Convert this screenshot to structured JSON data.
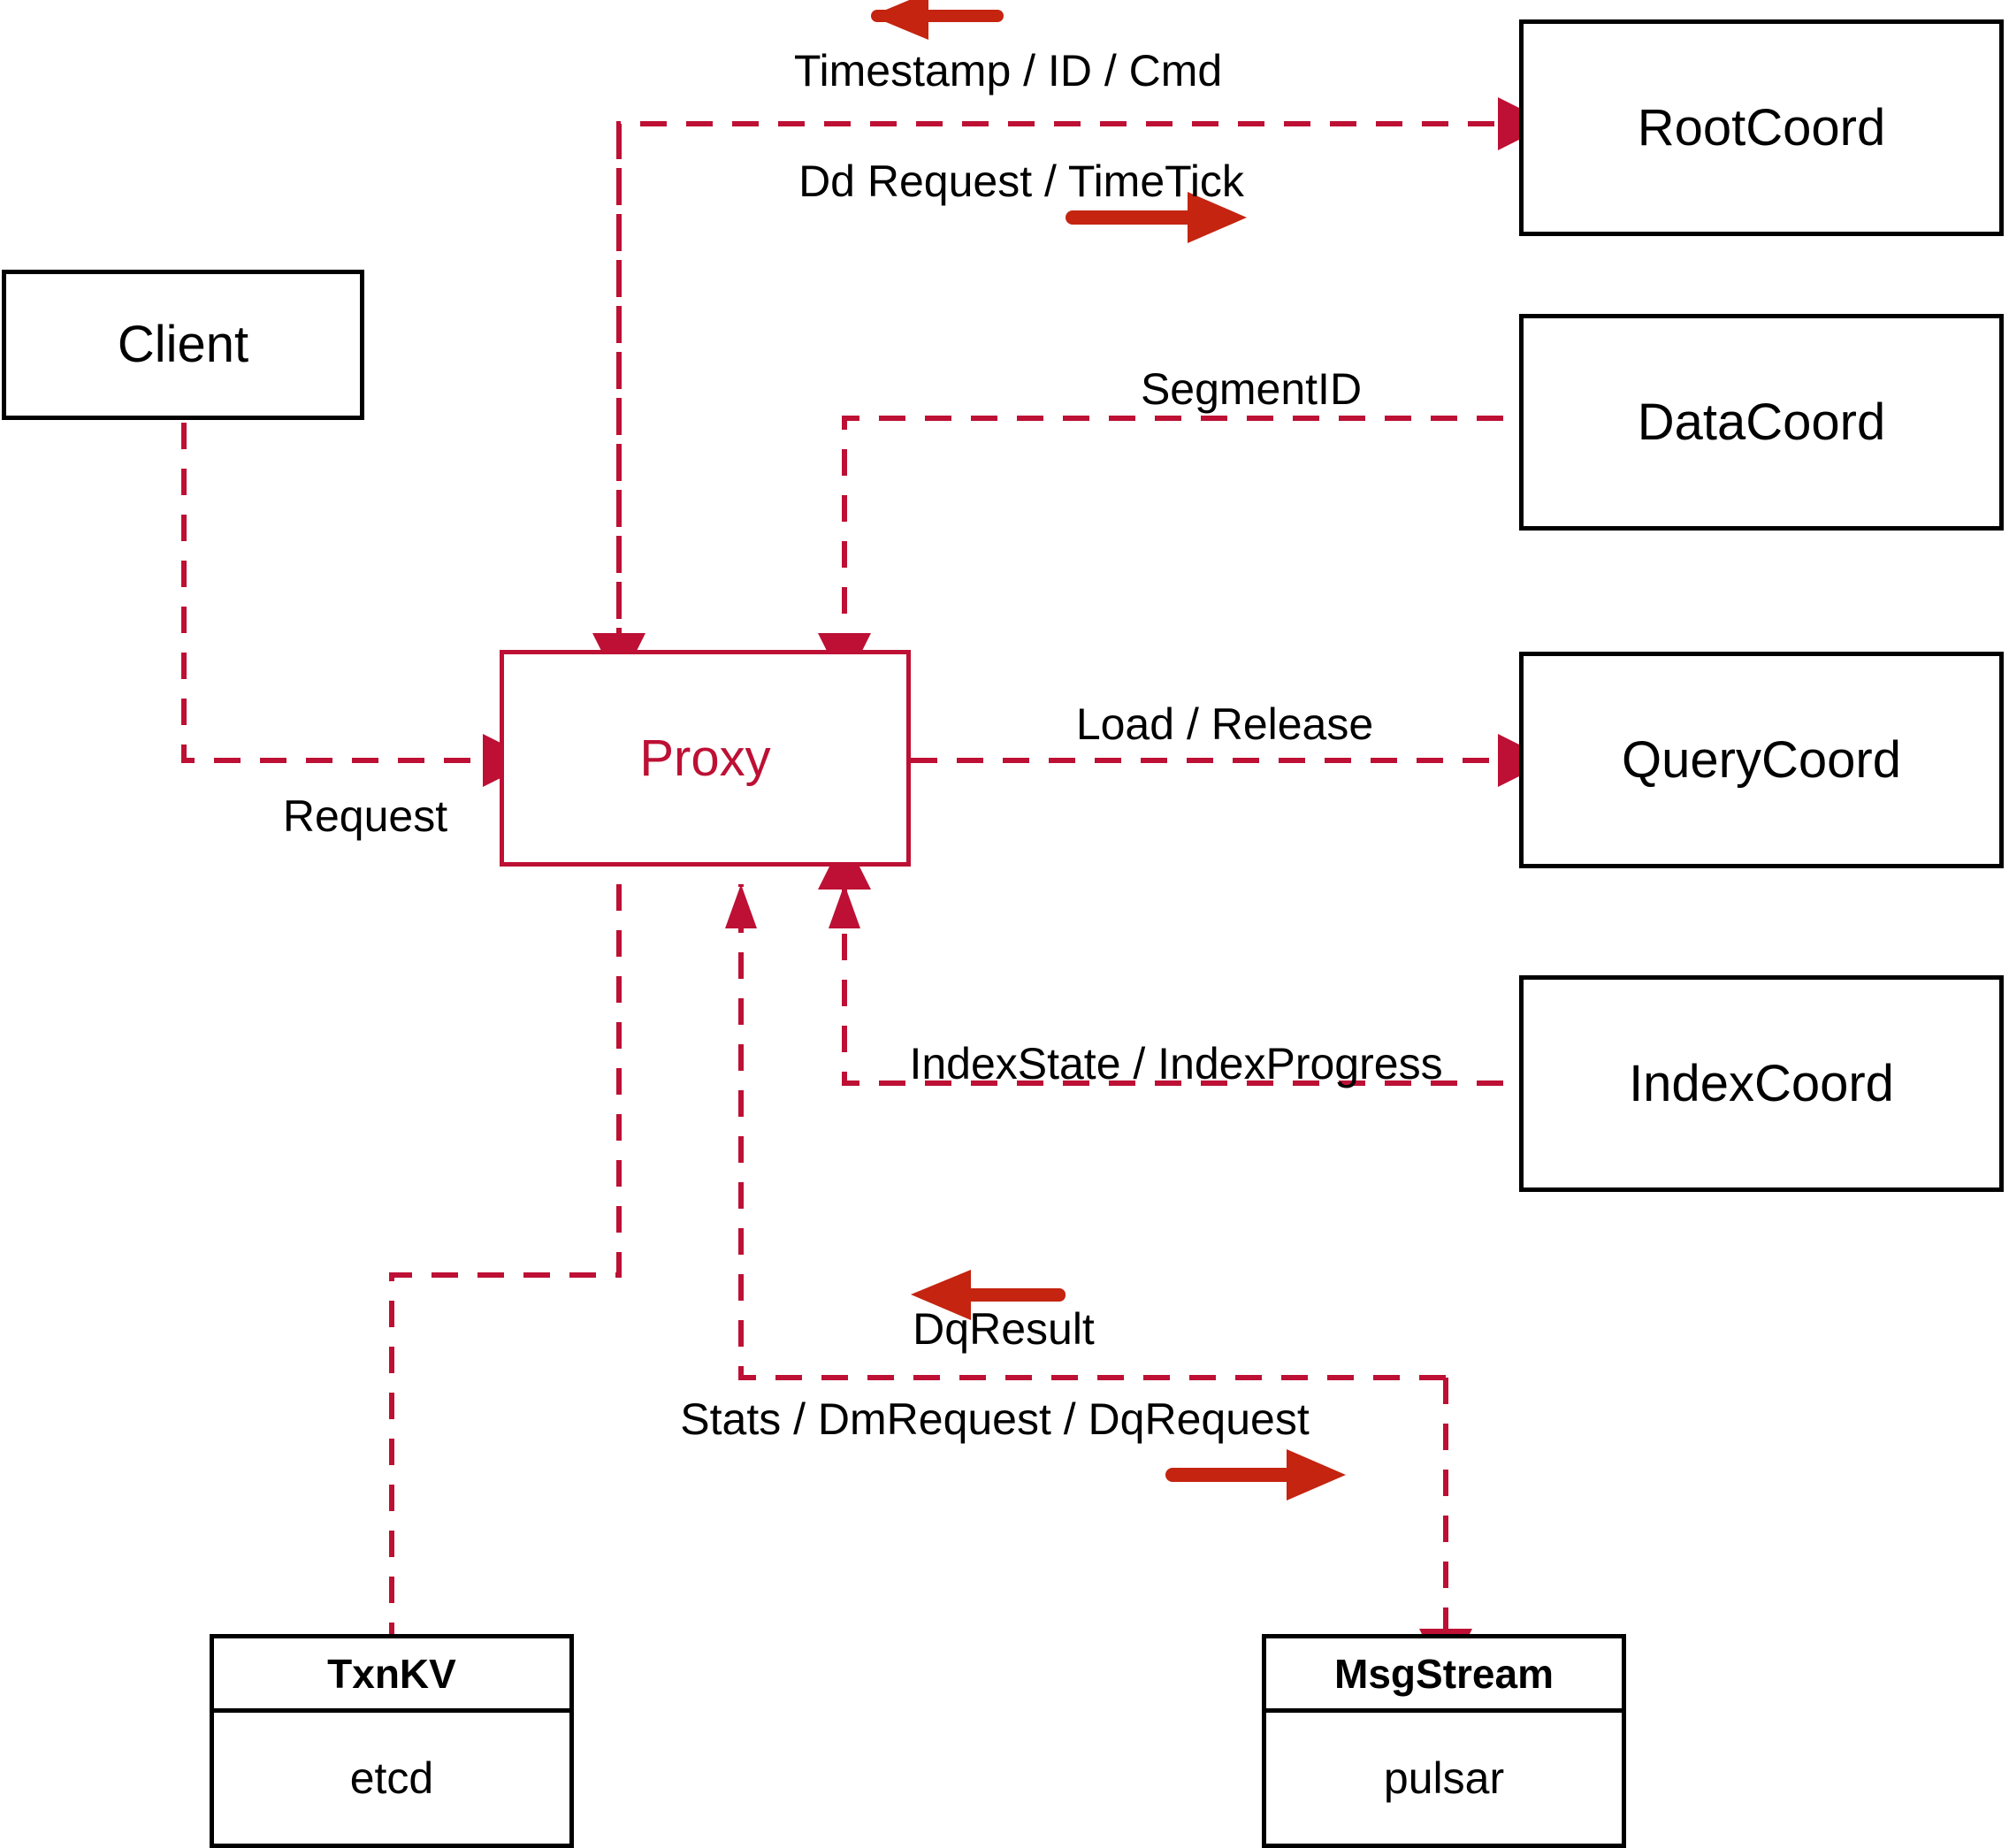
{
  "diagram": {
    "title": "Milvus Proxy Interaction Diagram",
    "colors": {
      "dashed_edge": "#BD1034",
      "thick_arrow": "#C42410",
      "node_border": "#000000",
      "proxy_border": "#BD1034",
      "proxy_text": "#BD1034",
      "text": "#000000",
      "background": "#FFFFFF"
    }
  },
  "nodes": {
    "client": {
      "label": "Client"
    },
    "proxy": {
      "label": "Proxy"
    },
    "root_coord": {
      "label": "RootCoord"
    },
    "data_coord": {
      "label": "DataCoord"
    },
    "query_coord": {
      "label": "QueryCoord"
    },
    "index_coord": {
      "label": "IndexCoord"
    },
    "txn_kv": {
      "header": "TxnKV",
      "body": "etcd"
    },
    "msg_stream": {
      "header": "MsgStream",
      "body": "pulsar"
    }
  },
  "edge_labels": {
    "timestamp_id_cmd": "Timestamp / ID / Cmd",
    "dd_request_timetick": "Dd Request / TimeTick",
    "segment_id": "SegmentID",
    "request": "Request",
    "load_release": "Load / Release",
    "index_state_progress": "IndexState / IndexProgress",
    "dq_result": "DqResult",
    "stats_dm_dq_request": "Stats / DmRequest / DqRequest"
  },
  "edges": [
    {
      "name": "root-coord-to-proxy",
      "from": "RootCoord",
      "to": "Proxy",
      "label": "Timestamp / ID / Cmd",
      "style": "dashed",
      "direction": "leftward"
    },
    {
      "name": "proxy-to-root-coord",
      "from": "Proxy",
      "to": "RootCoord",
      "label": "Dd Request / TimeTick",
      "style": "dashed",
      "direction": "rightward"
    },
    {
      "name": "data-coord-to-proxy",
      "from": "DataCoord",
      "to": "Proxy",
      "label": "SegmentID",
      "style": "dashed",
      "direction": "leftward"
    },
    {
      "name": "client-to-proxy",
      "from": "Client",
      "to": "Proxy",
      "label": "Request",
      "style": "dashed",
      "direction": "rightward"
    },
    {
      "name": "proxy-to-query-coord",
      "from": "Proxy",
      "to": "QueryCoord",
      "label": "Load / Release",
      "style": "dashed",
      "direction": "rightward"
    },
    {
      "name": "index-coord-to-proxy",
      "from": "IndexCoord",
      "to": "Proxy",
      "label": "IndexState / IndexProgress",
      "style": "dashed",
      "direction": "leftward"
    },
    {
      "name": "msg-stream-to-proxy",
      "from": "MsgStream",
      "to": "Proxy",
      "label": "DqResult",
      "style": "dashed",
      "direction": "leftward"
    },
    {
      "name": "proxy-to-msg-stream",
      "from": "Proxy",
      "to": "MsgStream",
      "label": "Stats / DmRequest / DqRequest",
      "style": "dashed",
      "direction": "rightward"
    },
    {
      "name": "proxy-to-txn-kv",
      "from": "Proxy",
      "to": "TxnKV",
      "label": "",
      "style": "dashed",
      "direction": "none"
    }
  ],
  "direction_arrows": [
    {
      "name": "timestamp-id-cmd-direction-arrow",
      "points": "left"
    },
    {
      "name": "dd-request-timetick-direction-arrow",
      "points": "right"
    },
    {
      "name": "dq-result-direction-arrow",
      "points": "left"
    },
    {
      "name": "stats-dm-dq-request-direction-arrow",
      "points": "right"
    }
  ]
}
